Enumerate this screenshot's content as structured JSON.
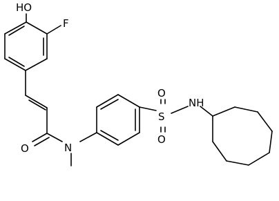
{
  "molecule": {
    "atoms": {
      "hydroxyl": "HO",
      "fluorine": "F",
      "carbonyl_oxygen": "O",
      "amide_nitrogen": "N",
      "sulfur": "S",
      "sulfonyl_oxygen_top": "O",
      "sulfonyl_oxygen_bottom": "O",
      "sulfonamide_nh": "NH"
    }
  }
}
